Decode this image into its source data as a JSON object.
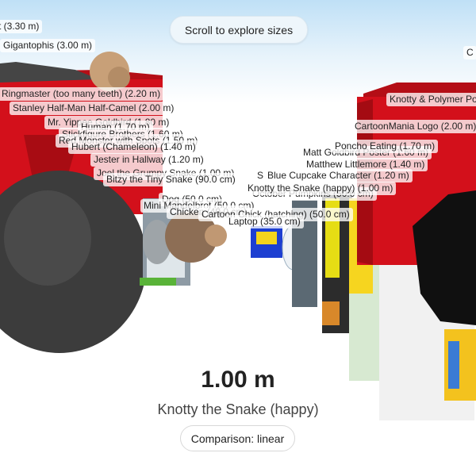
{
  "hint": "Scroll to explore sizes",
  "labels": [
    "t (3.30 m)",
    "Gigantophis (3.00 m)",
    "Ringmaster (too many teeth) (2.20 m)",
    "Stanley Half-Man Half-Camel (2.00 m)",
    "Mr. Yippee Goldbird (1.80 m)",
    "Human (1.70 m)",
    "Stickfigure Brothers (1.60 m)",
    "Red Monster with Spots (1.50 m)",
    "Hubert (Chameleon) (1.40 m)",
    "Jester in Hallway (1.20 m)",
    "Joel the Grumpy Snake (1.00 m)",
    "Bitzy the Tiny Snake (90.0 cm)",
    "Dog (50.0 cm)",
    "Mini Mandelbrot (50.0 cm)",
    "Chicken (40.0 cm)",
    "Cartoon Chick (hatching) (50.0 cm)",
    "Laptop (35.0 cm)",
    "October Pumpkins (50.0 cm)",
    "Knotty the Snake (happy) (1.00 m)",
    "S",
    "Blue Cupcake Character (1.20 m)",
    "Matthew Littlemore (1.40 m)",
    "Matt Goldbird Poster (1.60 m)",
    "Poncho Eating (1.70 m)",
    "CartoonMania Logo (2.00 m)",
    "Knotty & Polymer Po",
    "C"
  ],
  "current": {
    "size": "1.00 m",
    "name": "Knotty the Snake (happy)"
  },
  "mode_button": "Comparison: linear",
  "colors": {
    "sky_top": "#bfe0f6",
    "block_red": "#d3101b",
    "block_dark": "#3a3a3a"
  }
}
